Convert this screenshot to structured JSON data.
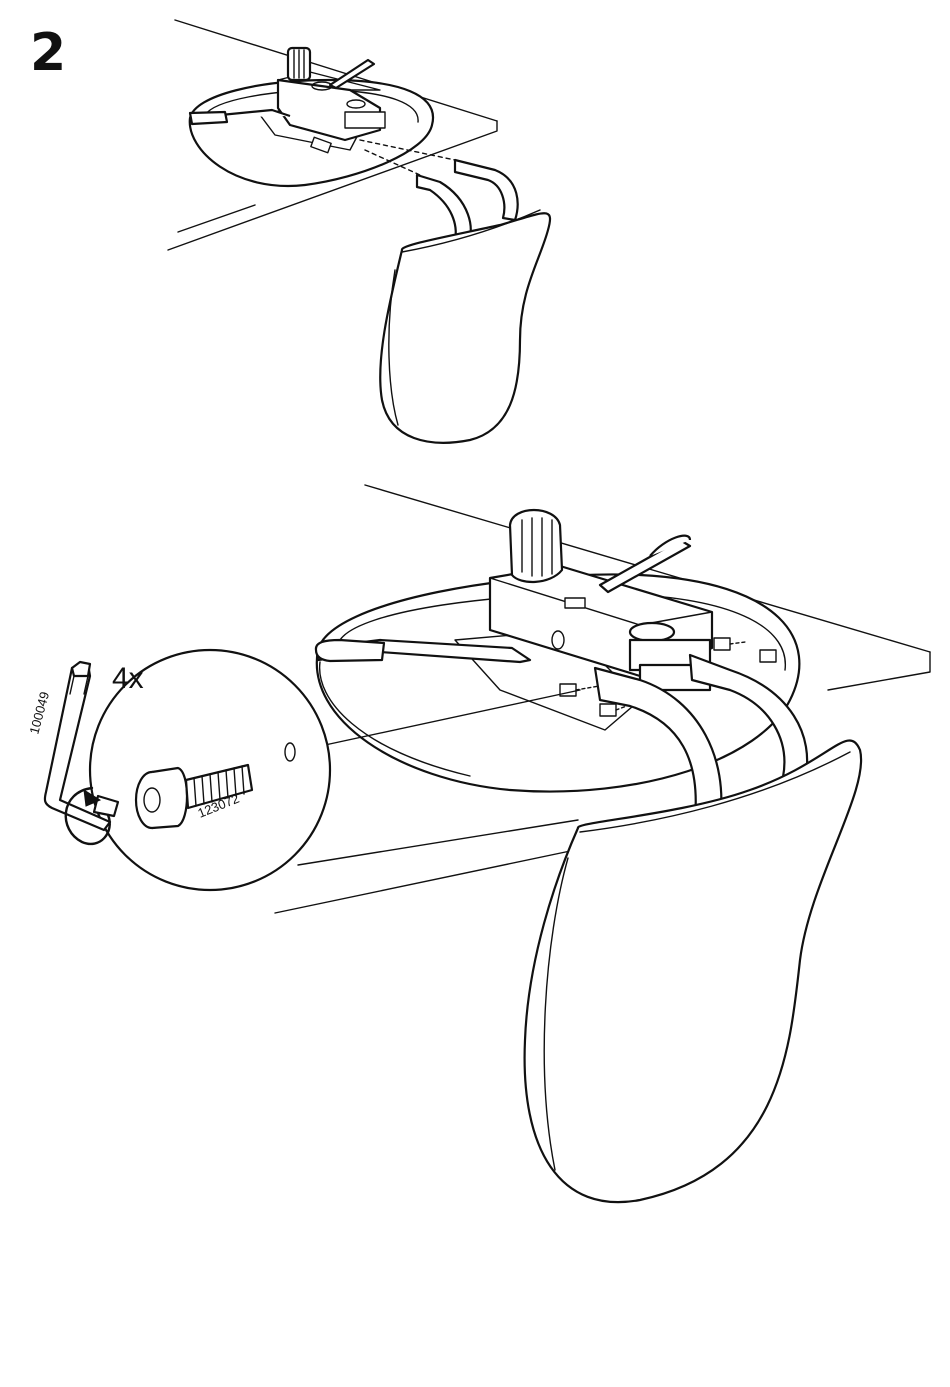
{
  "step": {
    "number": "2"
  },
  "callout": {
    "quantity": "4x",
    "screw_part_number": "123072",
    "key_part_number": "100049"
  }
}
